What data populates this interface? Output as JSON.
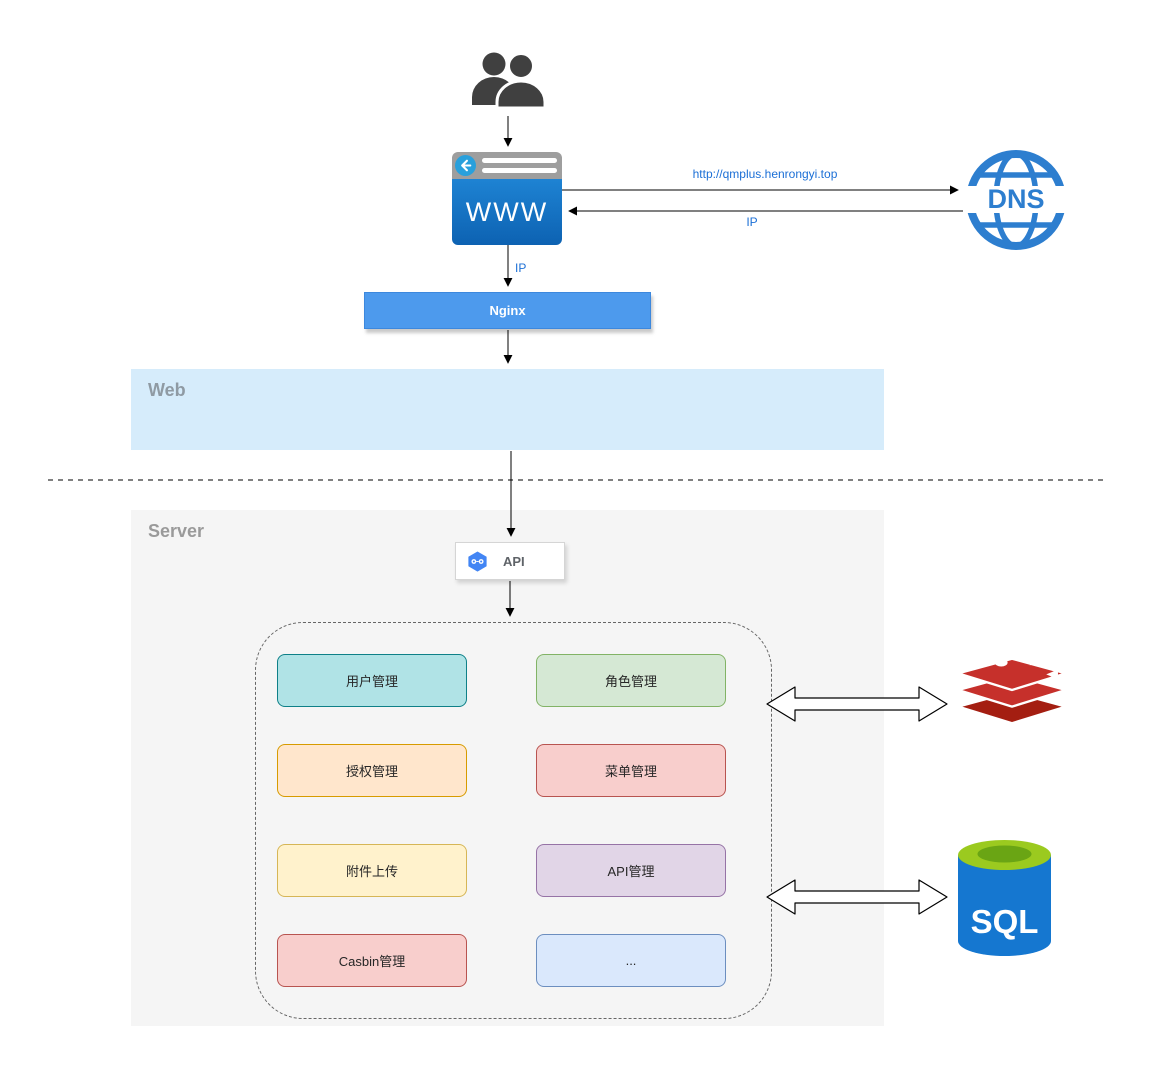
{
  "zones": {
    "web": {
      "label": "Web"
    },
    "server": {
      "label": "Server"
    }
  },
  "nodes": {
    "users": {
      "icon": "users-icon"
    },
    "browser": {
      "label": "WWW",
      "icon": "browser-window-icon"
    },
    "dns": {
      "label": "DNS",
      "icon": "globe-icon"
    },
    "nginx": {
      "label": "Nginx"
    },
    "api": {
      "label": "API",
      "icon": "api-hexagon-icon"
    },
    "redis": {
      "icon": "redis-stack-icon"
    },
    "sql": {
      "label": "SQL",
      "icon": "database-cylinder-icon"
    }
  },
  "edge_labels": {
    "browser_to_dns": "http://qmplus.henrongyi.top",
    "dns_to_browser": "IP",
    "browser_to_nginx": "IP"
  },
  "modules": [
    {
      "label": "用户管理",
      "fill": "#b0e3e6",
      "stroke": "#0e8088"
    },
    {
      "label": "角色管理",
      "fill": "#d5e8d4",
      "stroke": "#82b366"
    },
    {
      "label": "授权管理",
      "fill": "#ffe6cc",
      "stroke": "#d79b00"
    },
    {
      "label": "菜单管理",
      "fill": "#f8cecc",
      "stroke": "#b85450"
    },
    {
      "label": "附件上传",
      "fill": "#fff2cc",
      "stroke": "#d6b656"
    },
    {
      "label": "API管理",
      "fill": "#e1d5e7",
      "stroke": "#9673a6"
    },
    {
      "label": "Casbin管理",
      "fill": "#f8cecc",
      "stroke": "#b85450"
    },
    {
      "label": "...",
      "fill": "#dae8fc",
      "stroke": "#6c8ebf"
    }
  ],
  "colors": {
    "nginx_fill": "#4d9aed",
    "web_zone_fill": "#d6ecfb",
    "server_zone_fill": "#f5f5f5",
    "browser_body_blue": "#1173c8",
    "dns_blue": "#2d7ecf",
    "redis_red": "#c6302b",
    "sql_body_blue": "#1577d0",
    "sql_top_green": "#9bca1f",
    "edge_label_blue": "#1b6fd6"
  }
}
